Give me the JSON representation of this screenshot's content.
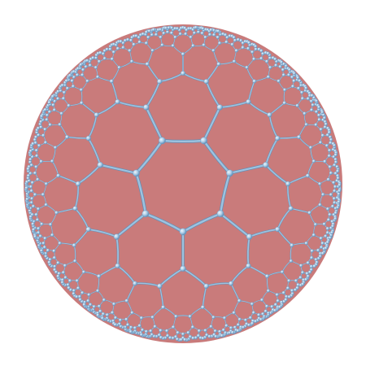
{
  "diagram": {
    "kind": "hyperbolic-tiling",
    "colors": {
      "tile_fill": "#c97b7b",
      "edge": "#9ec3e0",
      "edge_shadow": "#5f8fb8",
      "vertex": "#b7d4ea",
      "vertex_shadow": "#6e9cc3",
      "background": "#ffffff"
    },
    "tiling": {
      "schlafli": [
        7,
        3
      ],
      "rings": 4
    }
  }
}
